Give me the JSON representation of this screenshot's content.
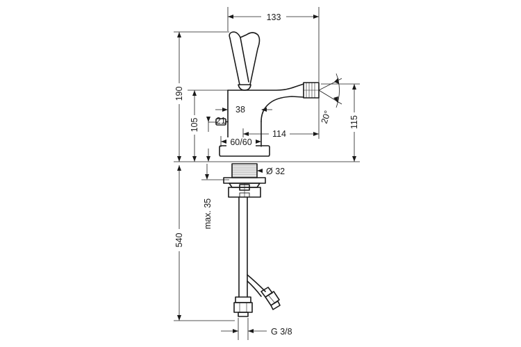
{
  "dimensions": {
    "overall_width": "133",
    "total_height": "190",
    "lever_base_height": "105",
    "spout_height": "115",
    "body_offset": "38",
    "pin_offset": "21",
    "spout_reach": "114",
    "base_diameter": "60/60",
    "thread_diameter": "Ø 32",
    "clamp_range": "max. 35",
    "hose_length": "540",
    "connection_thread": "G 3/8",
    "spout_angle": "20°"
  }
}
